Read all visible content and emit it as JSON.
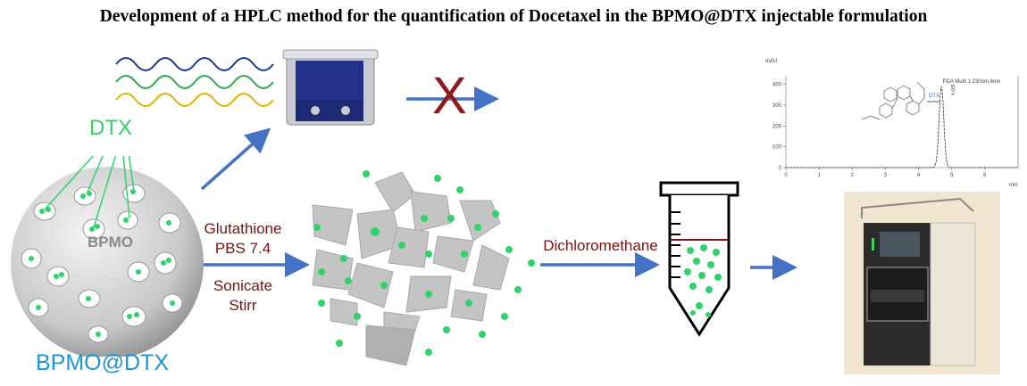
{
  "title": "Development of a HPLC method for the quantification of Docetaxel in the BPMO@DTX injectable formulation",
  "labels": {
    "dtx": "DTX",
    "bpmo": "BPMO",
    "bpmo_dtx": "BPMO@DTX",
    "glutathione": "Glutathione",
    "pbs": "PBS 7.4",
    "sonicate": "Sonicate",
    "stirr": "Stirr",
    "dichloromethane": "Dichloromethane",
    "blocked_mark": "X"
  },
  "colors": {
    "green": "#2fd36a",
    "blue_arrow": "#4472c4",
    "dark_red": "#7a1212",
    "bpmo_blue": "#1f95d6",
    "x_red": "#8b1a1a"
  },
  "chart_data": {
    "type": "line",
    "ylabel": "mAU",
    "xlabel": "min",
    "legend": "PDA Multi 1 230nm,4nm",
    "peak_label": "DTX",
    "peak_rt_label": "4.689",
    "xlim": [
      0,
      7
    ],
    "ylim": [
      0,
      420
    ],
    "xticks": [
      "0",
      "1",
      "2",
      "3",
      "4",
      "5",
      "6"
    ],
    "yticks": [
      "0",
      "100",
      "200",
      "300",
      "400"
    ],
    "peak": {
      "rt": 4.69,
      "height": 390,
      "width": 0.07
    }
  }
}
